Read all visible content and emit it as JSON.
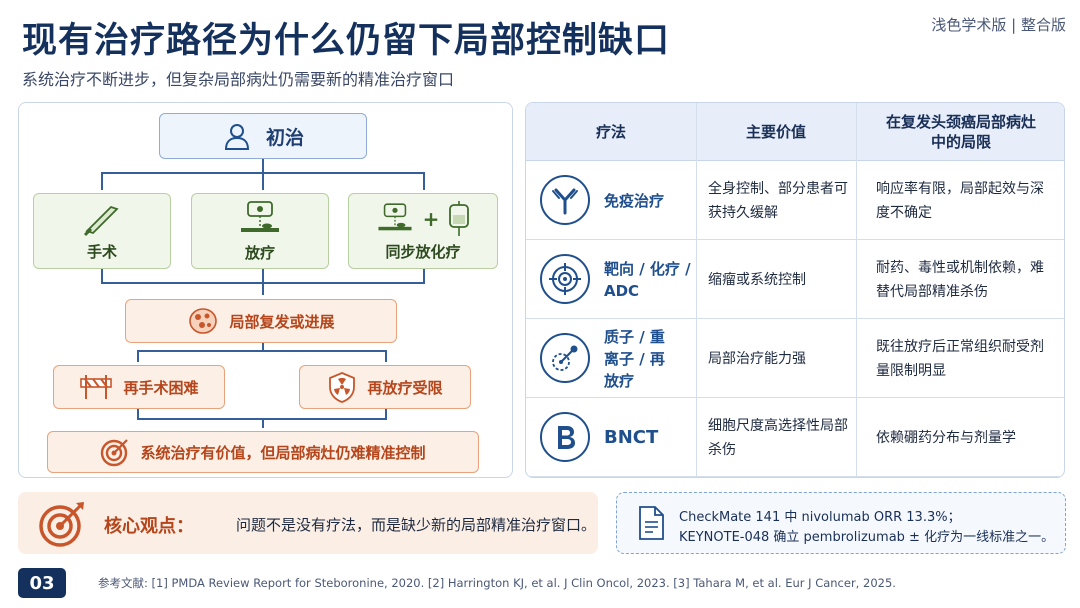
{
  "header": {
    "title": "现有治疗路径为什么仍留下局部控制缺口",
    "edition": "浅色学术版 | 整合版",
    "subtitle": "系统治疗不断进步，但复杂局部病灶仍需要新的精准治疗窗口"
  },
  "flow": {
    "initial": "初治",
    "surgery": "手术",
    "radiotherapy": "放疗",
    "chemoradio": "同步放化疗",
    "recurrence": "局部复发或进展",
    "resurgery": "再手术困难",
    "reradio": "再放疗受限",
    "systemic": "系统治疗有价值，但局部病灶仍难精准控制"
  },
  "table": {
    "headers": [
      "疗法",
      "主要价值",
      "在复发头颈癌局部病灶中的局限"
    ],
    "rows": [
      {
        "icon": "antibody-icon",
        "name": "免疫治疗",
        "value": "全身控制、部分患者可获持久缓解",
        "limit": "响应率有限，局部起效与深度不确定"
      },
      {
        "icon": "target-crosshair-icon",
        "name": "靶向 / 化疗 / ADC",
        "value": "缩瘤或系统控制",
        "limit": "耐药、毒性或机制依赖，难替代局部精准杀伤"
      },
      {
        "icon": "proton-beam-icon",
        "name": "质子 / 重离子 / 再放疗",
        "value": "局部治疗能力强",
        "limit": "既往放疗后正常组织耐受剂量限制明显"
      },
      {
        "icon": "boron-b-icon",
        "name": "BNCT",
        "value": "细胞尺度高选择性局部杀伤",
        "limit": "依赖硼药分布与剂量学"
      }
    ]
  },
  "core": {
    "label": "核心观点：",
    "text": "问题不是没有疗法，而是缺少新的局部精准治疗窗口。"
  },
  "evidence": {
    "line1": "CheckMate 141 中 nivolumab ORR 13.3%；",
    "line2": "KEYNOTE-048 确立 pembrolizumab ± 化疗为一线标准之一。"
  },
  "footer": {
    "page": "03",
    "references": "参考文献:   [1] PMDA Review Report for Steboronine, 2020.   [2] Harrington KJ, et al. J Clin Oncol, 2023.   [3] Tahara M, et al. Eur J Cancer, 2025."
  },
  "colors": {
    "navy": "#14305c",
    "blue": "#1f4f8c",
    "green_bg": "#f1f6ea",
    "orange": "#e0602a",
    "orange_bg": "#fcefe6"
  }
}
